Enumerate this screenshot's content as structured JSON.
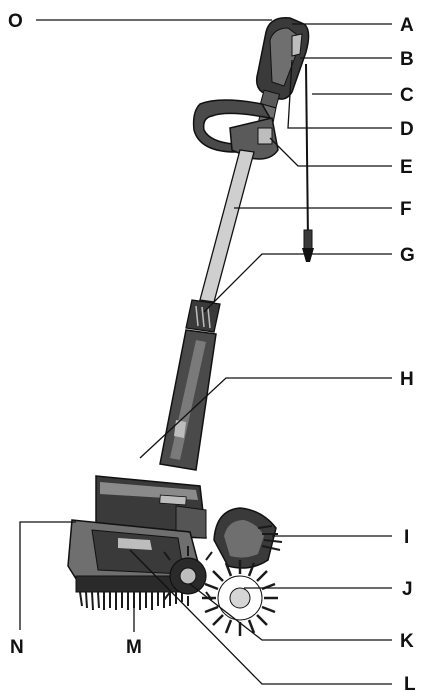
{
  "figure": {
    "labels": [
      "O",
      "A",
      "B",
      "C",
      "D",
      "E",
      "F",
      "G",
      "H",
      "I",
      "J",
      "K",
      "L",
      "M",
      "N"
    ]
  },
  "colors": {
    "outline": "#111111",
    "body_dark": "#3a3a3a",
    "body_mid": "#6f6f6f",
    "body_light": "#bdbdbd",
    "bristle": "#1a1a1a",
    "background": "#ffffff"
  }
}
